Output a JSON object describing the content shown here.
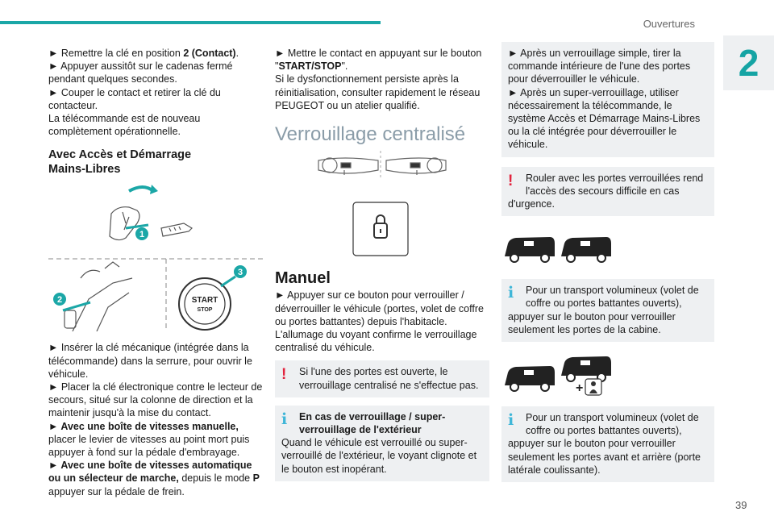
{
  "header": {
    "section": "Ouvertures",
    "chapter": "2",
    "page": "39"
  },
  "col1": {
    "b1a": "► Remettre la clé en position ",
    "b1b": "2 (Contact)",
    "b1c": ".",
    "b2": "► Appuyer aussitôt sur le cadenas fermé pendant quelques secondes.",
    "b3": "► Couper le contact et retirer la clé du contacteur.",
    "p1": "La télécommande est de nouveau complètement opérationnelle.",
    "subhead": "Avec Accès et Démarrage Mains-Libres",
    "fig_start_label": "START",
    "fig_stop_label": "STOP",
    "fig_num1": "1",
    "fig_num2": "2",
    "fig_num3": "3",
    "b4": "► Insérer la clé mécanique (intégrée dans la télécommande) dans la serrure, pour ouvrir le véhicule.",
    "b5": "► Placer la clé électronique contre le lecteur de secours, situé sur la colonne de direction et la maintenir jusqu'à la mise du contact.",
    "b6a": "► Avec une boîte de vitesses manuelle,",
    "b6b": " placer le levier de vitesses au point mort puis appuyer à fond sur la pédale d'embrayage.",
    "b7a": "► Avec une boîte de vitesses automatique ou un sélecteur de marche,",
    "b7b": " depuis le mode ",
    "b7c": "P",
    "b7d": " appuyer sur la pédale de frein."
  },
  "col2": {
    "b1a": "► Mettre le contact en appuyant sur le bouton \"",
    "b1b": "START/STOP",
    "b1c": "\".",
    "p1": "Si le dysfonctionnement persiste après la réinitialisation, consulter rapidement le réseau PEUGEOT ou un atelier qualifié.",
    "heading": "Verrouillage centralisé",
    "h2": "Manuel",
    "b2": "► Appuyer sur ce bouton pour verrouiller / déverrouiller le véhicule (portes, volet de coffre ou portes battantes) depuis l'habitacle.",
    "p2": "L'allumage du voyant confirme le verrouillage centralisé du véhicule.",
    "warn1": "Si l'une des portes est ouverte, le verrouillage centralisé ne s'effectue pas.",
    "info1_title": "En cas de verrouillage / super-verrouillage de l'extérieur",
    "info1_text": "Quand le véhicule est verrouillé ou super-verrouillé de l'extérieur, le voyant clignote et le bouton est inopérant."
  },
  "col3": {
    "b1": "► Après un verrouillage simple, tirer la commande intérieure de l'une des portes pour déverrouiller le véhicule.",
    "b2": "► Après un super-verrouillage, utiliser nécessairement la télécommande, le système Accès et Démarrage Mains-Libres ou la clé intégrée pour déverrouiller le véhicule.",
    "warn2a": "Rouler avec les portes verrouillées rend l'accès des secours difficile en cas",
    "warn2b": "d'urgence.",
    "info2a": "Pour un transport volumineux (volet de coffre ou portes battantes ouverts),",
    "info2b": "appuyer sur le bouton pour verrouiller seulement les portes de la cabine.",
    "info3a": "Pour un transport volumineux (volet de coffre ou portes battantes ouverts),",
    "info3b": "appuyer sur le bouton pour verrouiller seulement les portes avant et arrière (porte latérale coulissante).",
    "plus": "+"
  },
  "icons": {
    "warning": "!",
    "info": "i"
  },
  "colors": {
    "accent": "#1ba7a7",
    "warning": "#e2233d",
    "info": "#3fb6d8",
    "note_bg": "#eef0f2"
  }
}
